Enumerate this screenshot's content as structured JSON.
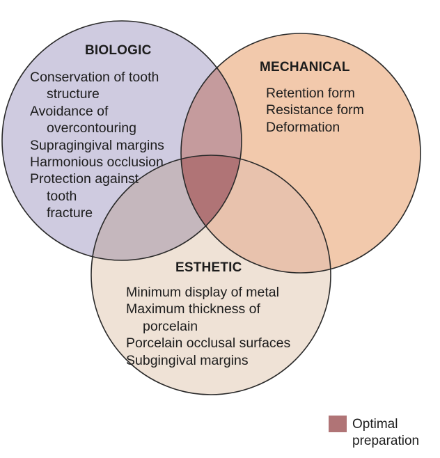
{
  "colors": {
    "biologic": "#cfcbe0",
    "mechanical": "#f2c9ac",
    "esthetic": "#efe2d6",
    "bio_mech": "#c59b9d",
    "bio_est": "#c5b7bd",
    "mech_est": "#e8c2ad",
    "optimal": "#b07476",
    "outline": "#2a2a2a"
  },
  "biologic": {
    "title": "BIOLOGIC",
    "items": [
      [
        "Conservation of tooth",
        "structure"
      ],
      [
        "Avoidance of",
        "overcontouring"
      ],
      [
        "Supragingival margins"
      ],
      [
        "Harmonious occlusion"
      ],
      [
        "Protection against",
        "tooth",
        "fracture"
      ]
    ]
  },
  "mechanical": {
    "title": "MECHANICAL",
    "items": [
      [
        "Retention form"
      ],
      [
        "Resistance form"
      ],
      [
        "Deformation"
      ]
    ]
  },
  "esthetic": {
    "title": "ESTHETIC",
    "items": [
      [
        "Minimum display of metal"
      ],
      [
        "Maximum thickness of",
        "porcelain"
      ],
      [
        "Porcelain occlusal surfaces"
      ],
      [
        "Subgingival margins"
      ]
    ]
  },
  "legend": {
    "label": "Optimal preparation"
  }
}
